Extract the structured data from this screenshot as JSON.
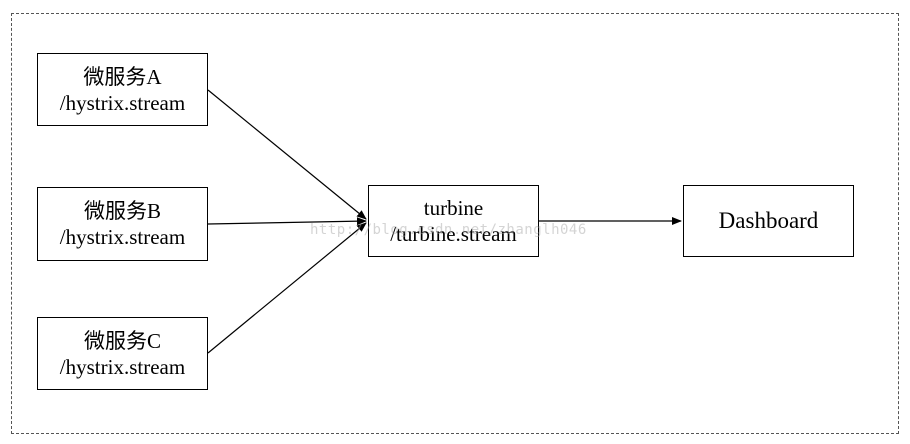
{
  "nodes": {
    "service_a": {
      "line1": "微服务A",
      "line2": "/hystrix.stream"
    },
    "service_b": {
      "line1": "微服务B",
      "line2": "/hystrix.stream"
    },
    "service_c": {
      "line1": "微服务C",
      "line2": "/hystrix.stream"
    },
    "turbine": {
      "line1": "turbine",
      "line2": "/turbine.stream"
    },
    "dashboard": {
      "line1": "Dashboard"
    }
  },
  "edges": [
    {
      "from": "service_a",
      "to": "turbine"
    },
    {
      "from": "service_b",
      "to": "turbine"
    },
    {
      "from": "service_c",
      "to": "turbine"
    },
    {
      "from": "turbine",
      "to": "dashboard"
    }
  ],
  "watermark": "http://blog.csdn.net/zhanglh046",
  "colors": {
    "stroke": "#000000",
    "frame": "#555555",
    "watermark": "#a0a0a0"
  }
}
